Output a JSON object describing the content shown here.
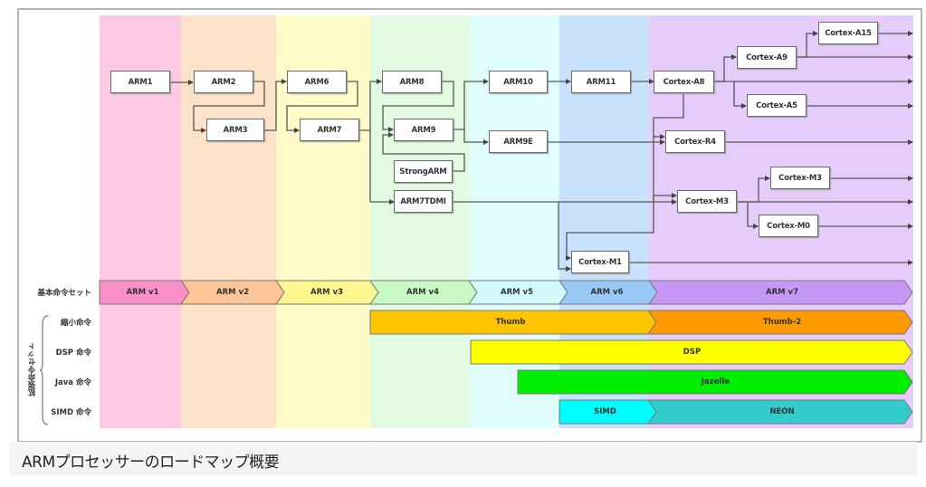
{
  "caption": "ARMプロセッサーのロードマップ概要",
  "columns": [
    {
      "id": "v1",
      "color": "#fdc9e4"
    },
    {
      "id": "v2",
      "color": "#fde1c8"
    },
    {
      "id": "v3",
      "color": "#fefbc8"
    },
    {
      "id": "v4",
      "color": "#e2fbe0"
    },
    {
      "id": "v5",
      "color": "#e0fdfe"
    },
    {
      "id": "v6",
      "color": "#c8e2fb"
    },
    {
      "id": "v7",
      "color": "#e6ccfb"
    }
  ],
  "processors": {
    "arm1": "ARM1",
    "arm2": "ARM2",
    "arm3": "ARM3",
    "arm6": "ARM6",
    "arm7": "ARM7",
    "arm8": "ARM8",
    "arm9": "ARM9",
    "strongarm": "StrongARM",
    "arm7tdmi": "ARM7TDMI",
    "arm10": "ARM10",
    "arm9e": "ARM9E",
    "arm11": "ARM11",
    "cortex_m1": "Cortex-M1",
    "cortex_a8": "Cortex-A8",
    "cortex_a9": "Cortex-A9",
    "cortex_a15": "Cortex-A15",
    "cortex_a5": "Cortex-A5",
    "cortex_r4": "Cortex-R4",
    "cortex_m3": "Cortex-M3",
    "cortex_m3b": "Cortex-M3",
    "cortex_m0": "Cortex-M0"
  },
  "rows": {
    "base_label": "基本命令セット",
    "ext_group_label": "拡張命令セット",
    "thumb_label": "縮小命令",
    "dsp_label": "DSP 命令",
    "java_label": "Java 命令",
    "simd_label": "SIMD 命令"
  },
  "base_isa": [
    {
      "label": "ARM v1",
      "color": "#fb8fca"
    },
    {
      "label": "ARM v2",
      "color": "#fbc597"
    },
    {
      "label": "ARM v3",
      "color": "#fcf88f"
    },
    {
      "label": "ARM v4",
      "color": "#c8f8c4"
    },
    {
      "label": "ARM v5",
      "color": "#d2fbfc"
    },
    {
      "label": "ARM v6",
      "color": "#98c9f6"
    },
    {
      "label": "ARM v7",
      "color": "#c797f6"
    }
  ],
  "extensions": {
    "thumb": {
      "label": "Thumb",
      "color": "#fdc400"
    },
    "thumb2": {
      "label": "Thumb-2",
      "color": "#fd9a00"
    },
    "dsp": {
      "label": "DSP",
      "color": "#ffff00"
    },
    "jazelle": {
      "label": "Jazelle",
      "color": "#00ee00"
    },
    "simd": {
      "label": "SIMD",
      "color": "#00fdfd"
    },
    "neon": {
      "label": "NEON",
      "color": "#33cccc"
    }
  }
}
